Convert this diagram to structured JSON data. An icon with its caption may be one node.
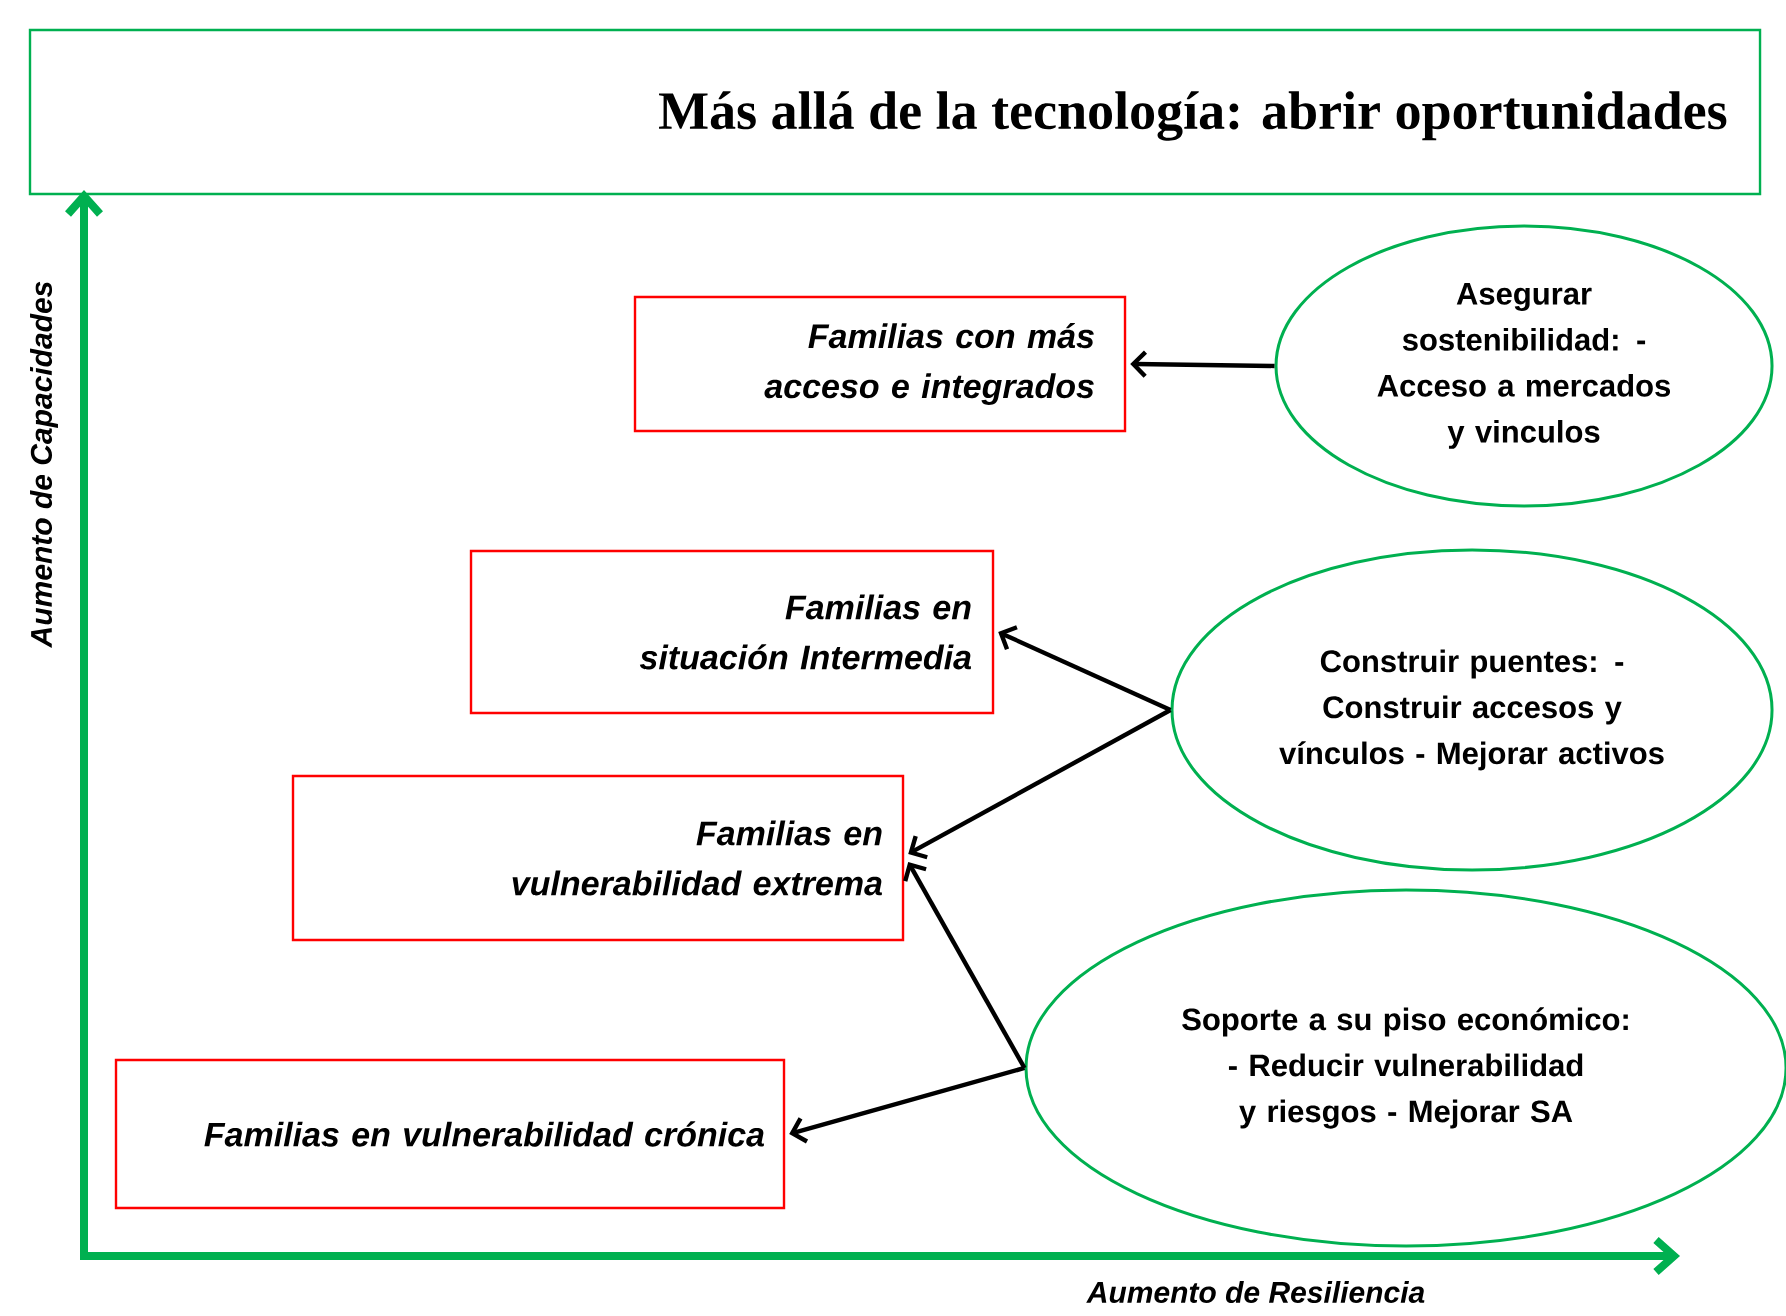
{
  "diagram": {
    "title": "Más allá de la tecnología: abrir oportunidades",
    "nodes": [
      {
        "text": [
          "Familias con más acceso e integrados"
        ]
      },
      {
        "text": [
          "Asegurar sostenibilidad: - Acceso a mercados y vinculos"
        ]
      },
      {
        "text": [
          "Familias en situación Intermedia"
        ]
      },
      {
        "text": [
          "Construir puentes: - Construir accesos y vínculos - Mejorar activos"
        ]
      },
      {
        "text": [
          "Familias en vulnerabilidad extrema"
        ]
      },
      {
        "text": [
          "Soporte a su piso económico: - Reducir vulnerabilidad y riesgos - Mejorar SA"
        ]
      },
      {
        "text": [
          "Familias en vulnerabilidad crónica"
        ]
      }
    ],
    "edges": [
      {
        "from": 1,
        "to": 0,
        "arrow": "to"
      },
      {
        "from": 3,
        "to": 2,
        "arrow": "to"
      },
      {
        "from": 3,
        "to": 4,
        "arrow": "to"
      },
      {
        "from": 5,
        "to": 4,
        "arrow": "to"
      },
      {
        "from": 5,
        "to": 6,
        "arrow": "to"
      }
    ],
    "labels": [
      "Aumento de Capacidades",
      "Aumento de Resiliencia"
    ]
  }
}
